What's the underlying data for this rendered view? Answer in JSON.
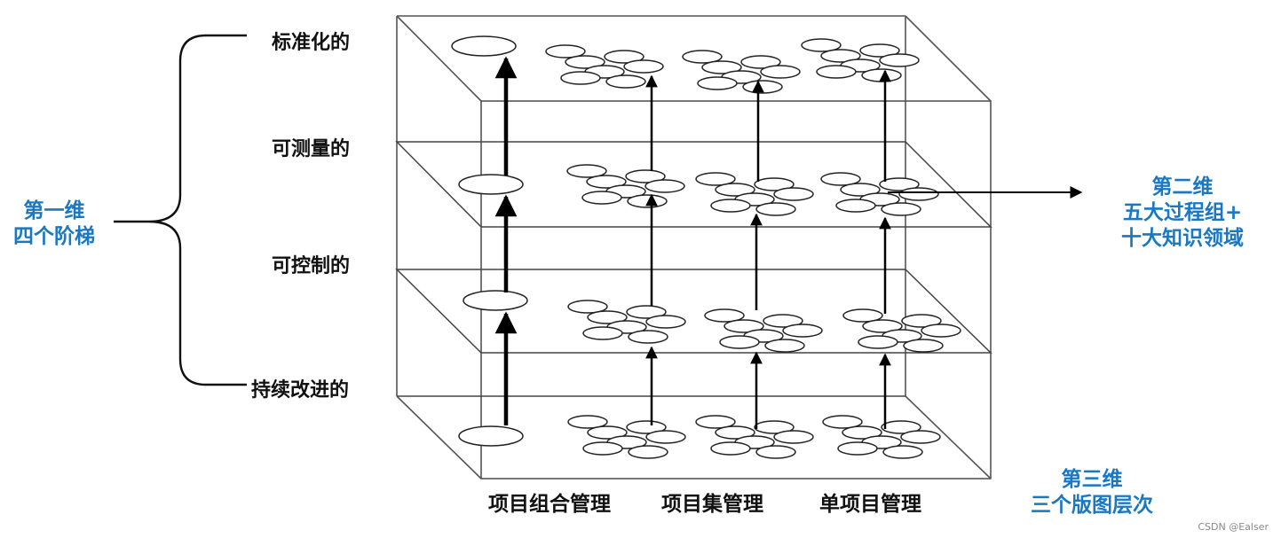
{
  "dim1": {
    "lines": [
      "第一维",
      "四个阶梯"
    ],
    "color": "#1a78c2"
  },
  "dim2": {
    "lines": [
      "第二维",
      "五大过程组+",
      "十大知识领域"
    ],
    "color": "#1a78c2"
  },
  "dim3": {
    "lines": [
      "第三维",
      "三个版图层次"
    ],
    "color": "#1a78c2"
  },
  "levels": [
    "标准化的",
    "可测量的",
    "可控制的",
    "持续改进的"
  ],
  "columns": [
    "项目组合管理",
    "项目集管理",
    "单项目管理"
  ],
  "watermark": "CSDN @Ealser"
}
